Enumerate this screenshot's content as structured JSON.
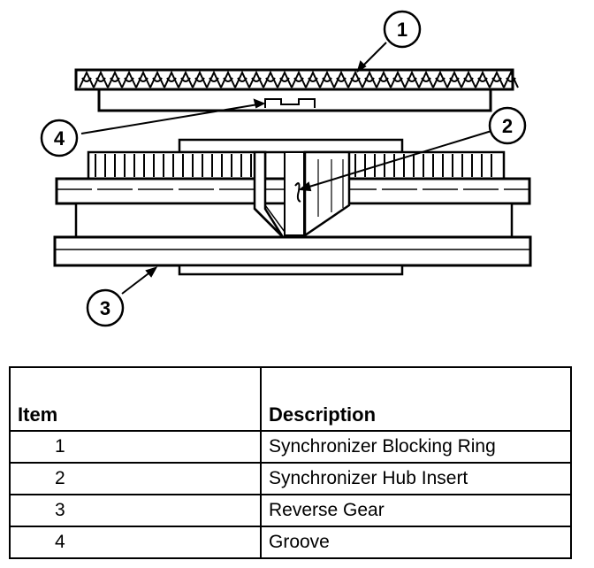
{
  "diagram": {
    "callouts": [
      {
        "number": "1",
        "target": "Synchronizer Blocking Ring"
      },
      {
        "number": "2",
        "target": "Synchronizer Hub Insert"
      },
      {
        "number": "3",
        "target": "Reverse Gear"
      },
      {
        "number": "4",
        "target": "Groove"
      }
    ]
  },
  "table": {
    "headers": {
      "item": "Item",
      "description": "Description"
    },
    "rows": [
      {
        "item": "1",
        "description": "Synchronizer Blocking Ring"
      },
      {
        "item": "2",
        "description": "Synchronizer Hub Insert"
      },
      {
        "item": "3",
        "description": "Reverse Gear"
      },
      {
        "item": "4",
        "description": "Groove"
      }
    ]
  }
}
